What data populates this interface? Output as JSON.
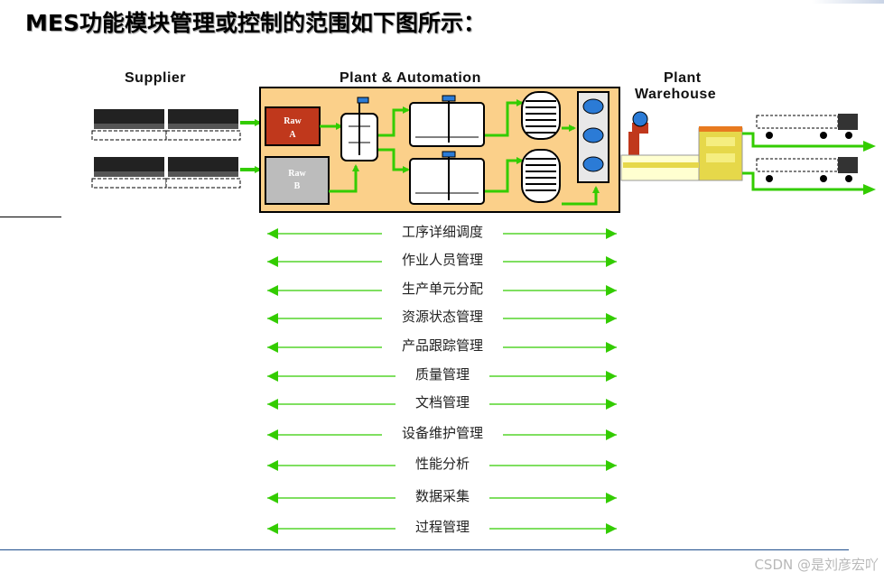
{
  "title": "MES功能模块管理或控制的范围如下图所示：",
  "sections": {
    "supplier": "Supplier",
    "plant_automation": "Plant & Automation",
    "plant_warehouse_line1": "Plant",
    "plant_warehouse_line2": "Warehouse"
  },
  "raw_materials": {
    "raw_a_line1": "Raw",
    "raw_a_line2": "A",
    "raw_b_line1": "Raw",
    "raw_b_line2": "B"
  },
  "functions": [
    {
      "label": "工序详细调度"
    },
    {
      "label": "作业人员管理"
    },
    {
      "label": "生产单元分配"
    },
    {
      "label": "资源状态管理"
    },
    {
      "label": "产品跟踪管理"
    },
    {
      "label": "质量管理"
    },
    {
      "label": "文档管理"
    },
    {
      "label": "设备维护管理"
    },
    {
      "label": "性能分析"
    },
    {
      "label": "数据采集"
    },
    {
      "label": "过程管理"
    }
  ],
  "watermark": "CSDN @是刘彦宏吖",
  "colors": {
    "plant_bg": "#fbd08a",
    "arrow_green": "#33cc00",
    "raw_a": "#c0381c",
    "raw_b": "#bcbcbc",
    "tank_blue": "#2b7bd6",
    "rule_blue": "#1f4e8c"
  }
}
